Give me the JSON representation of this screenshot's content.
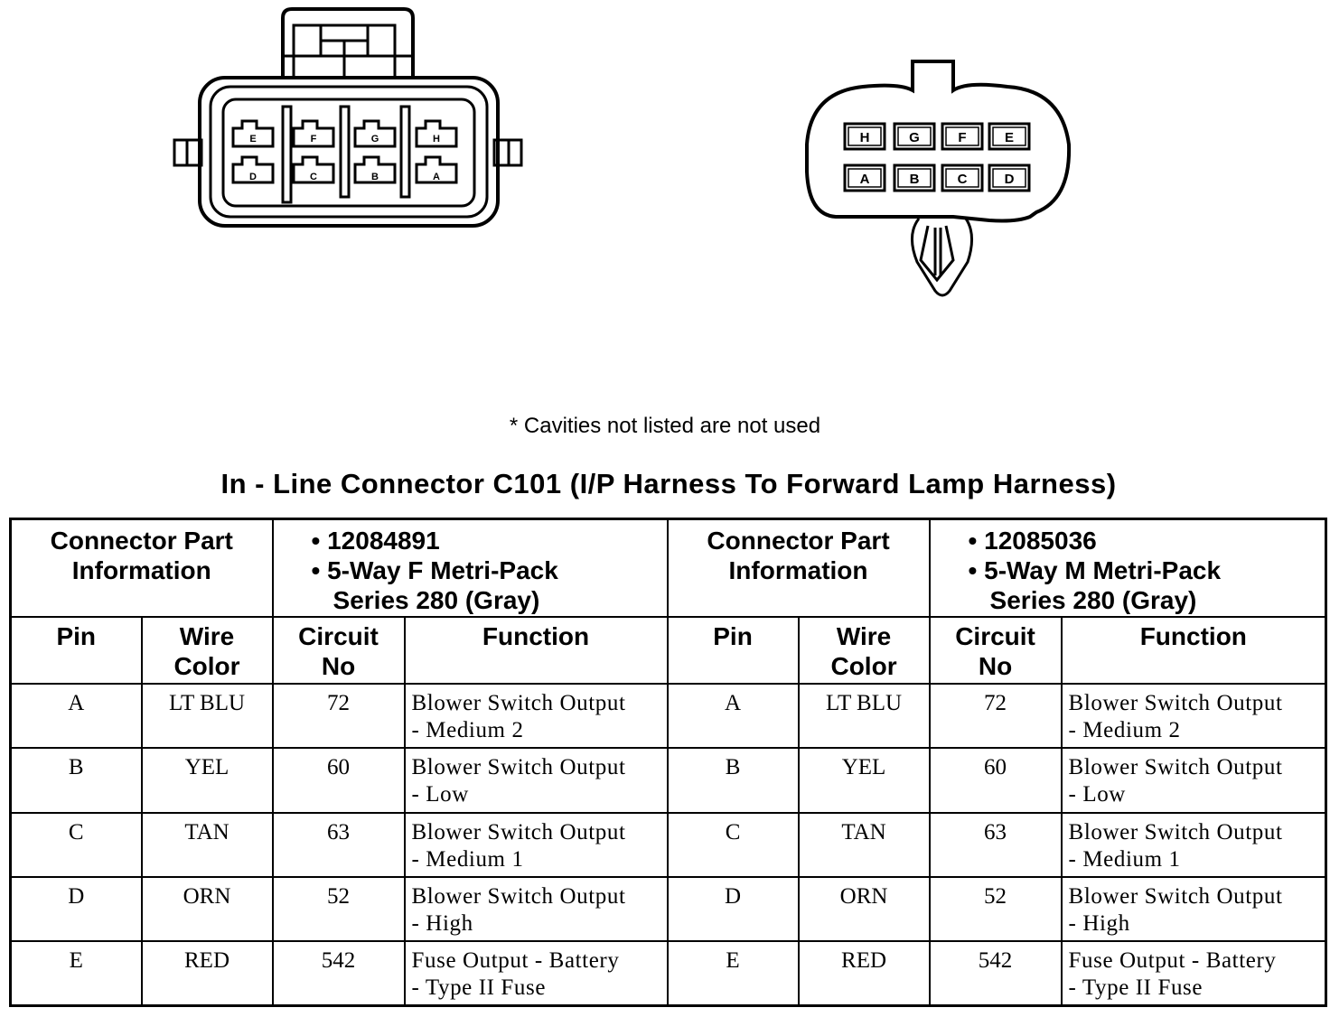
{
  "note": "* Cavities not listed are not used",
  "title": "In - Line Connector C101 (I/P Harness To Forward Lamp Harness)",
  "left_connector": {
    "top_row": [
      "E",
      "F",
      "G",
      "H"
    ],
    "bottom_row": [
      "D",
      "C",
      "B",
      "A"
    ]
  },
  "right_connector": {
    "top_row": [
      "H",
      "G",
      "F",
      "E"
    ],
    "bottom_row": [
      "A",
      "B",
      "C",
      "D"
    ]
  },
  "table": {
    "info_label": "Connector Part Information",
    "left_part": {
      "number": "• 12084891",
      "desc_line1": "• 5-Way F Metri-Pack",
      "desc_line2": "Series 280 (Gray)"
    },
    "right_part": {
      "number": "• 12085036",
      "desc_line1": "• 5-Way M Metri-Pack",
      "desc_line2": "Series 280 (Gray)"
    },
    "headers": {
      "pin": "Pin",
      "wire_color_1": "Wire",
      "wire_color_2": "Color",
      "circuit_1": "Circuit",
      "circuit_2": "No",
      "function": "Function"
    },
    "rows": [
      {
        "pin": "A",
        "wire": "LT BLU",
        "circuit": "72",
        "func1": "Blower Switch Output",
        "func2": "- Medium 2"
      },
      {
        "pin": "B",
        "wire": "YEL",
        "circuit": "60",
        "func1": "Blower Switch Output",
        "func2": "- Low"
      },
      {
        "pin": "C",
        "wire": "TAN",
        "circuit": "63",
        "func1": "Blower Switch Output",
        "func2": "- Medium 1"
      },
      {
        "pin": "D",
        "wire": "ORN",
        "circuit": "52",
        "func1": "Blower Switch Output",
        "func2": "- High"
      },
      {
        "pin": "E",
        "wire": "RED",
        "circuit": "542",
        "func1": "Fuse Output - Battery",
        "func2": "- Type II Fuse"
      }
    ]
  }
}
